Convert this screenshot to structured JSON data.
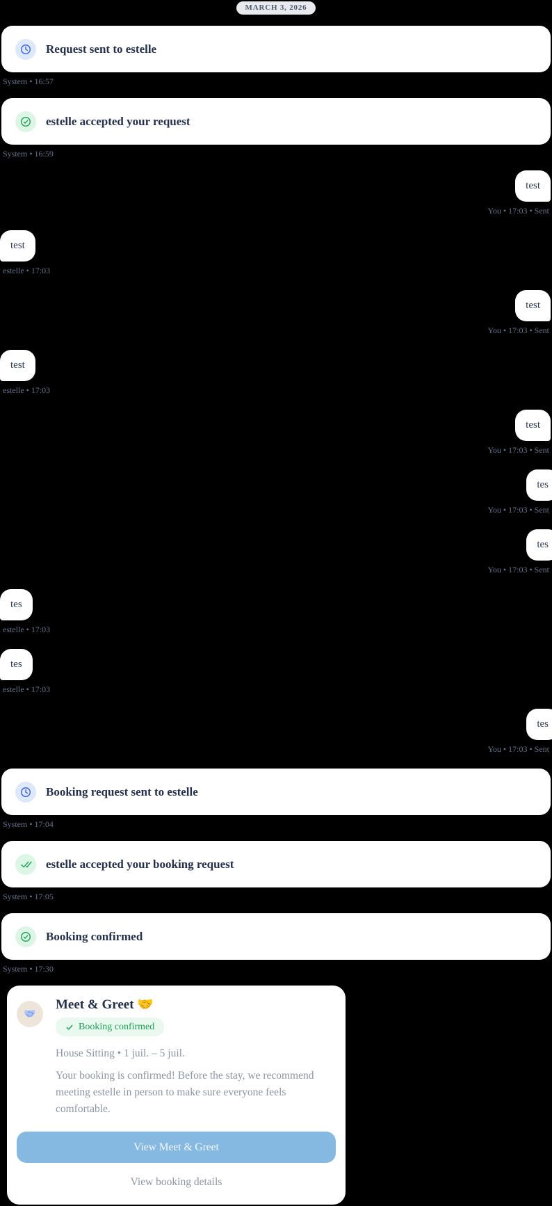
{
  "date_header": {
    "label": "MARCH 3, 2026"
  },
  "timeline": [
    {
      "kind": "system",
      "icon": "clock-icon",
      "text": "Request sent to estelle",
      "meta": "System • 16:57"
    },
    {
      "kind": "system",
      "icon": "check-circle-icon",
      "text": "estelle accepted your request",
      "meta": "System • 16:59"
    },
    {
      "kind": "sent",
      "text": "test",
      "meta": "You • 17:03 • Sent"
    },
    {
      "kind": "received",
      "text": "test",
      "meta": "estelle • 17:03"
    },
    {
      "kind": "sent",
      "text": "test",
      "meta": "You • 17:03 • Sent"
    },
    {
      "kind": "received",
      "text": "test",
      "meta": "estelle • 17:03"
    },
    {
      "kind": "sent",
      "text": "test",
      "meta": "You • 17:03 • Sent"
    },
    {
      "kind": "sent",
      "text": "tes",
      "meta": "You • 17:03 • Sent"
    },
    {
      "kind": "sent",
      "text": "tes",
      "meta": "You • 17:03 • Sent"
    },
    {
      "kind": "received",
      "text": "tes",
      "meta": "estelle • 17:03"
    },
    {
      "kind": "received",
      "text": "tes",
      "meta": "estelle • 17:03"
    },
    {
      "kind": "sent",
      "text": "tes",
      "meta": "You • 17:03 • Sent"
    },
    {
      "kind": "system",
      "icon": "clock-icon",
      "text": "Booking request sent to estelle",
      "meta": "System • 17:04"
    },
    {
      "kind": "system",
      "icon": "double-check-icon",
      "text": "estelle accepted your booking request",
      "meta": "System • 17:05"
    },
    {
      "kind": "system",
      "icon": "check-circle-icon",
      "text": "Booking confirmed",
      "meta": "System • 17:30"
    }
  ],
  "booking_card": {
    "title": "Meet & Greet",
    "title_emoji": "🤝",
    "avatar_emoji": "🤝",
    "badge_label": "Booking confirmed",
    "subtitle": "House Sitting • 1 juil. – 5 juil.",
    "body": "Your booking is confirmed! Before the stay, we recommend meeting estelle in person to make sure everyone feels comfortable.",
    "primary_button_label": "View Meet & Greet",
    "secondary_link_label": "View booking details"
  },
  "colors": {
    "background": "#000000",
    "card_bg": "#ffffff",
    "accent_blue": "#4166d5",
    "accent_blue_bg": "#dde8fb",
    "accent_green": "#27a35e",
    "accent_green_bg": "#dcf5e5",
    "badge_green": "#1f9d55",
    "badge_bg": "#e9f9ef",
    "button_blue": "#85b9e1",
    "muted_text": "#64748b",
    "title_text": "#25304a"
  }
}
